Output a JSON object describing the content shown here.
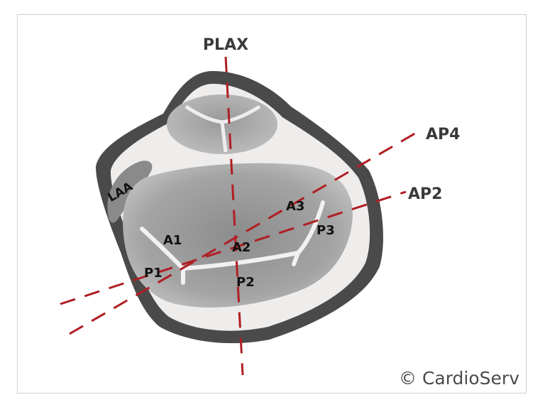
{
  "views": {
    "plax": "PLAX",
    "ap4": "AP4",
    "ap2": "AP2"
  },
  "structures": {
    "laa": "LAA"
  },
  "scallops": {
    "a1": "A1",
    "a2": "A2",
    "a3": "A3",
    "p1": "P1",
    "p2": "P2",
    "p3": "P3"
  },
  "copyright": "© CardioServ",
  "colors": {
    "scan_line": "#b01e23",
    "outer_wall": "#4a4a4a",
    "annulus": "#efecec",
    "valve_gray": "#9a9a9a",
    "label_text": "#111111"
  }
}
